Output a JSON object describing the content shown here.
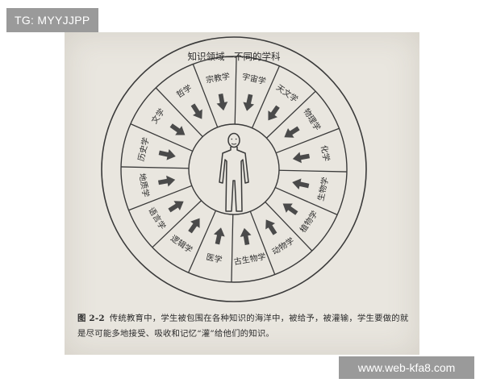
{
  "watermarks": {
    "top": "TG: MYYJJPP",
    "bottom": "www.web-kfa8.com"
  },
  "diagram": {
    "title": "知识领域—不同的学科",
    "disciplines": [
      "天文学",
      "物理学",
      "化学",
      "生物学",
      "植物学",
      "动物学",
      "古生物学",
      "医学",
      "逻辑学",
      "语言学",
      "地质学",
      "历史学",
      "文学",
      "哲学",
      "宗教学",
      "宇宙学"
    ],
    "center_icon": "human-figure-icon",
    "arrow_icon": "inward-arrow-icon",
    "colors": {
      "line": "#3a3a3a",
      "arrow": "#4a4a4a",
      "paper": "#e9e6df"
    }
  },
  "caption": {
    "figure_number": "图 2-2",
    "text": "传统教育中，学生被包围在各种知识的海洋中，被给予，被灌输，学生要做的就是尽可能多地接受、吸收和记忆“灌”给他们的知识。"
  }
}
